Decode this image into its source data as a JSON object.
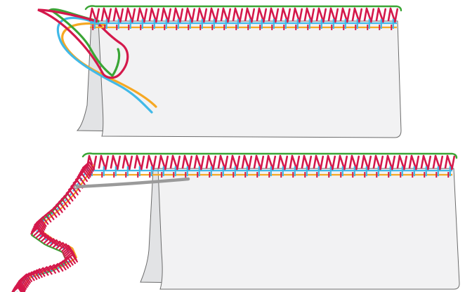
{
  "colors": {
    "background": "#ffffff",
    "fabric_fill": "#f2f2f3",
    "fabric_back_fill": "#e2e3e5",
    "fabric_outline": "#6b6b6b",
    "thread_red": "#d4184b",
    "thread_green": "#3aa535",
    "thread_blue": "#41b9e8",
    "thread_yellow": "#f6a823",
    "tool_gray": "#9a9a9a"
  },
  "illustrations": [
    {
      "name": "top-panel-overlock-edge",
      "shows": [
        "fabric",
        "overlock-seam",
        "loose-thread-tails"
      ]
    },
    {
      "name": "bottom-panel-overlock-chain",
      "shows": [
        "fabric",
        "overlock-seam",
        "thread-chain-tail",
        "needle-tool"
      ]
    }
  ]
}
